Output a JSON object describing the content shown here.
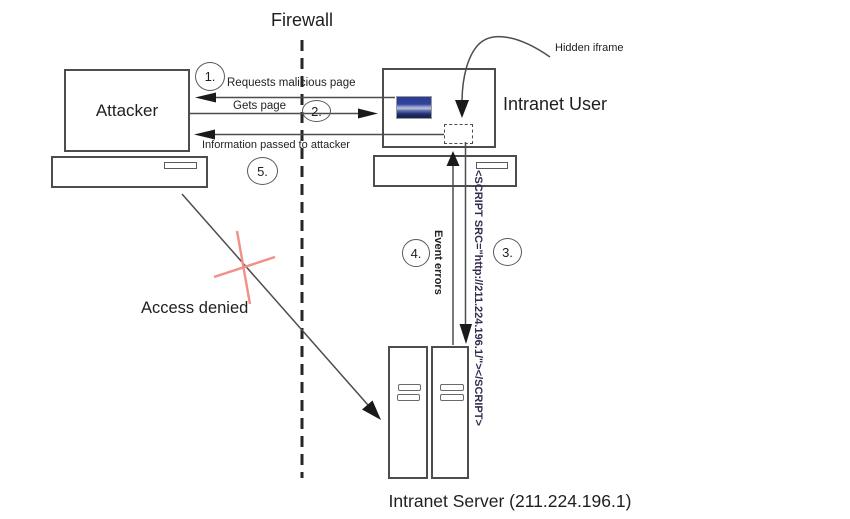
{
  "diagram": {
    "title": "Firewall",
    "nodes": {
      "attacker": {
        "label": "Attacker"
      },
      "intranet_user": {
        "label": "Intranet User"
      },
      "intranet_server": {
        "label": "Intranet Server (211.224.196.1)"
      }
    },
    "annotations": {
      "hidden_iframe": "Hidden iframe",
      "access_denied": "Access denied"
    },
    "steps": [
      {
        "number": "1.",
        "label": "Requests malicious page"
      },
      {
        "number": "2.",
        "label": "Gets page"
      },
      {
        "number": "3.",
        "label": "<SCRIPT SRC=\"http://211.224.196.1/\"></SCRIPT>"
      },
      {
        "number": "4.",
        "label": "Event errors"
      },
      {
        "number": "5.",
        "label": "Information passed to attacker"
      }
    ],
    "colors": {
      "box_border": "#4d4d4d",
      "line": "#4d4d4d",
      "arrowhead": "#1a1a1a",
      "firewall_dash": "#262626",
      "denied_x": "#f28f87",
      "script_text": "#352a4d",
      "thumbnail_blue": "#2b3c94"
    }
  }
}
